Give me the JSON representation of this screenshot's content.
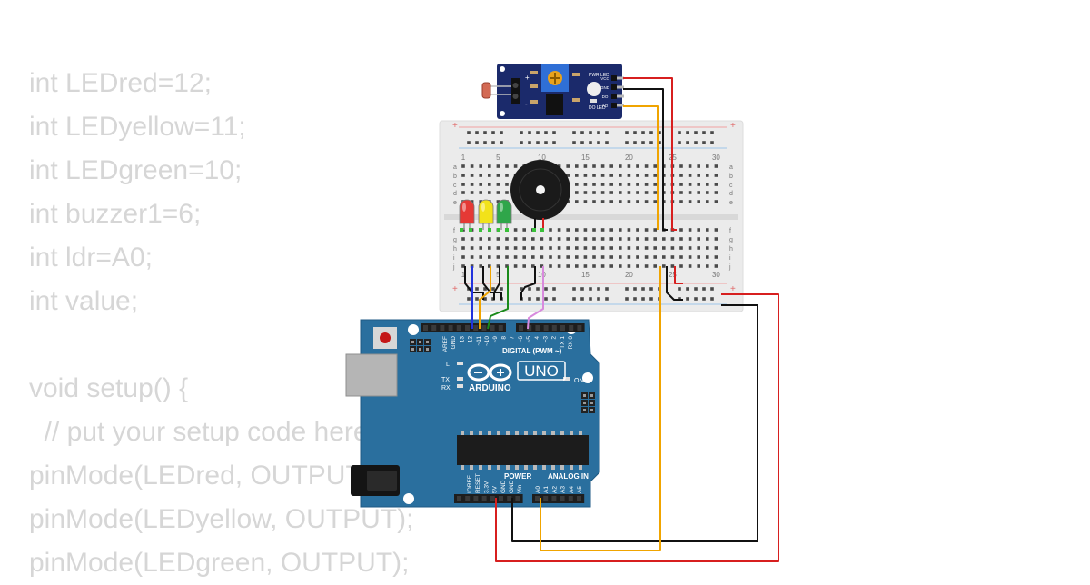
{
  "code_lines": [
    "int LEDred=12;",
    "int LEDyellow=11;",
    "int LEDgreen=10;",
    "int buzzer1=6;",
    "int ldr=A0;",
    "int value;",
    "",
    "void setup() {",
    "  // put your setup code here, to run once:",
    "pinMode(LEDred, OUTPUT);",
    "pinMode(LEDyellow, OUTPUT);",
    "pinMode(LEDgreen, OUTPUT);"
  ],
  "breadboard": {
    "column_numbers": [
      "1",
      "5",
      "10",
      "15",
      "20",
      "25",
      "30"
    ],
    "row_letters_top": [
      "a",
      "b",
      "c",
      "d",
      "e"
    ],
    "row_letters_bottom": [
      "f",
      "g",
      "h",
      "i",
      "j"
    ],
    "rail_plus": "+",
    "rail_minus": "-"
  },
  "ldr_module": {
    "pin_labels": [
      "VCC",
      "GND",
      "DO",
      "AO"
    ],
    "led_labels": [
      "PWR LED",
      "DO LED"
    ],
    "terminal_plus": "+",
    "terminal_minus": "-"
  },
  "arduino": {
    "brand": "ARDUINO",
    "model": "UNO",
    "on_label": "ON",
    "l_label": "L",
    "tx_label": "TX",
    "rx_label": "RX",
    "digital_label": "DIGITAL (PWM ~)",
    "digital_pins": [
      "AREF",
      "GND",
      "13",
      "12",
      "~11",
      "~10",
      "~9",
      "8",
      "7",
      "~6",
      "~5",
      "4",
      "~3",
      "2",
      "TX 1",
      "RX 0"
    ],
    "power_label": "POWER",
    "power_pins": [
      "IOREF",
      "RESET",
      "3.3V",
      "5V",
      "GND",
      "GND",
      "Vin"
    ],
    "analog_label": "ANALOG IN",
    "analog_pins": [
      "A0",
      "A1",
      "A2",
      "A3",
      "A4",
      "A5"
    ]
  },
  "colors": {
    "code_text": "#d6d6d6",
    "board_blue": "#2a6f9e",
    "breadboard": "#e9e9e9",
    "wire_red": "#d71f1f",
    "wire_black": "#111111",
    "wire_yellow": "#f0a400",
    "wire_blue": "#2233dd",
    "wire_green": "#1a8a1a",
    "wire_pink": "#d88add",
    "led_red": "#e53935",
    "led_yellow": "#f2e21a",
    "led_green": "#2fa64a"
  }
}
